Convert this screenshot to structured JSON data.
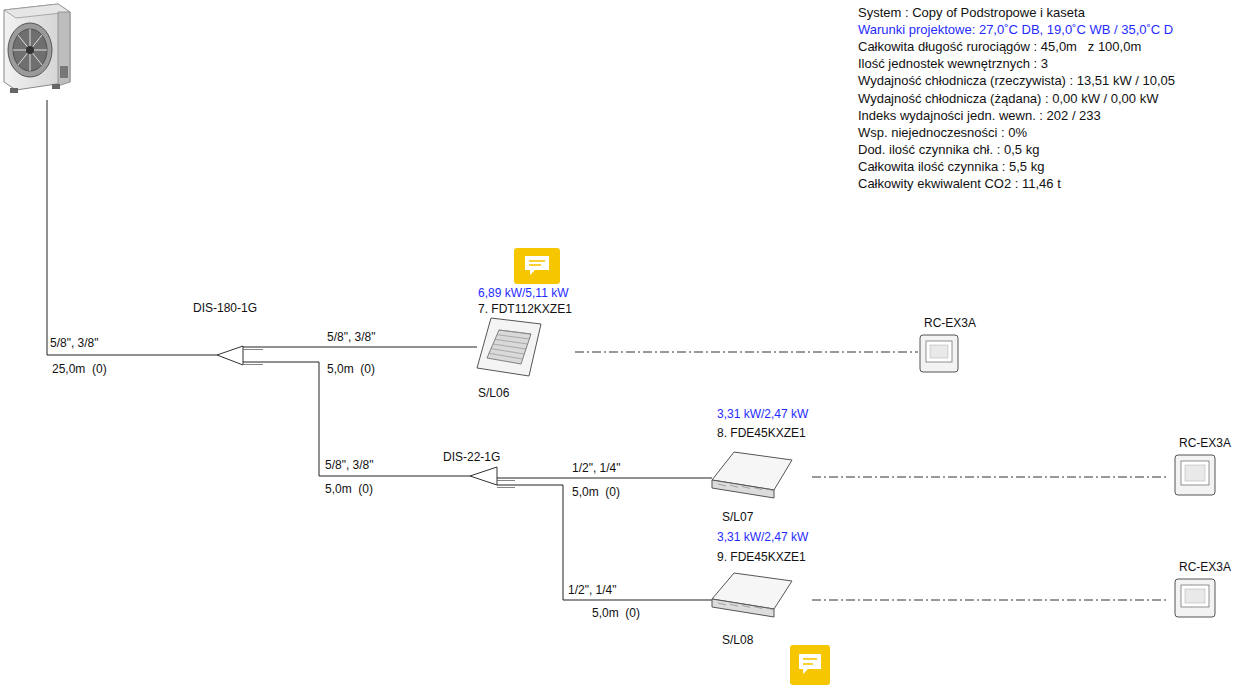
{
  "diagram": {
    "nodes": [
      {
        "text": [
          "DIS-180-1G"
        ]
      },
      {
        "text": [
          "6,89 kW/5,11 kW",
          "7. FDT112KXZE1",
          "S/L06"
        ]
      },
      {
        "text": [
          "RC-EX3A"
        ]
      },
      {
        "text": [
          "DIS-22-1G"
        ]
      },
      {
        "text": [
          "3,31 kW/2,47 kW",
          "8. FDE45KXZE1",
          "S/L07"
        ]
      },
      {
        "text": [
          "RC-EX3A"
        ]
      },
      {
        "text": [
          "3,31 kW/2,47 kW",
          "9. FDE45KXZE1",
          "S/L08"
        ]
      },
      {
        "text": [
          "RC-EX3A"
        ]
      }
    ],
    "edges": [
      {
        "from": 0,
        "to": 1,
        "arrow": "none"
      },
      {
        "from": 1,
        "to": 2,
        "arrow": "none"
      },
      {
        "from": 0,
        "to": 3,
        "arrow": "none"
      },
      {
        "from": 3,
        "to": 4,
        "arrow": "none"
      },
      {
        "from": 4,
        "to": 5,
        "arrow": "none"
      },
      {
        "from": 3,
        "to": 6,
        "arrow": "none"
      },
      {
        "from": 6,
        "to": 7,
        "arrow": "none"
      }
    ],
    "labels": [
      "5/8\", 3/8\"",
      "25,0m  (0)",
      "5/8\", 3/8\"",
      "5,0m  (0)",
      "5/8\", 3/8\"",
      "5,0m  (0)",
      "1/2\", 1/4\"",
      "5,0m  (0)",
      "1/2\", 1/4\"",
      "5,0m  (0)",
      "System : Copy of Podstropowe i kaseta",
      "Warunki projektowe: 27,0˚C DB, 19,0˚C WB / 35,0˚C D",
      "Całkowita długość rurociągów : 45,0m   z 100,0m",
      "Ilość jednostek wewnętrznych : 3",
      "Wydajność chłodnicza (rzeczywista) : 13,51 kW / 10,05",
      "Wydajność chłodnicza (żądana) : 0,00 kW / 0,00 kW",
      "Indeks wydajności jedn. wewn. : 202 / 233",
      "Wsp. niejednoczesności : 0%",
      "Dod. ilość czynnika chł. : 0,5 kg",
      "Całkowita ilość czynnika : 5,5 kg",
      "Całkowity ekwiwalent CO2 : 11,46 t"
    ]
  }
}
